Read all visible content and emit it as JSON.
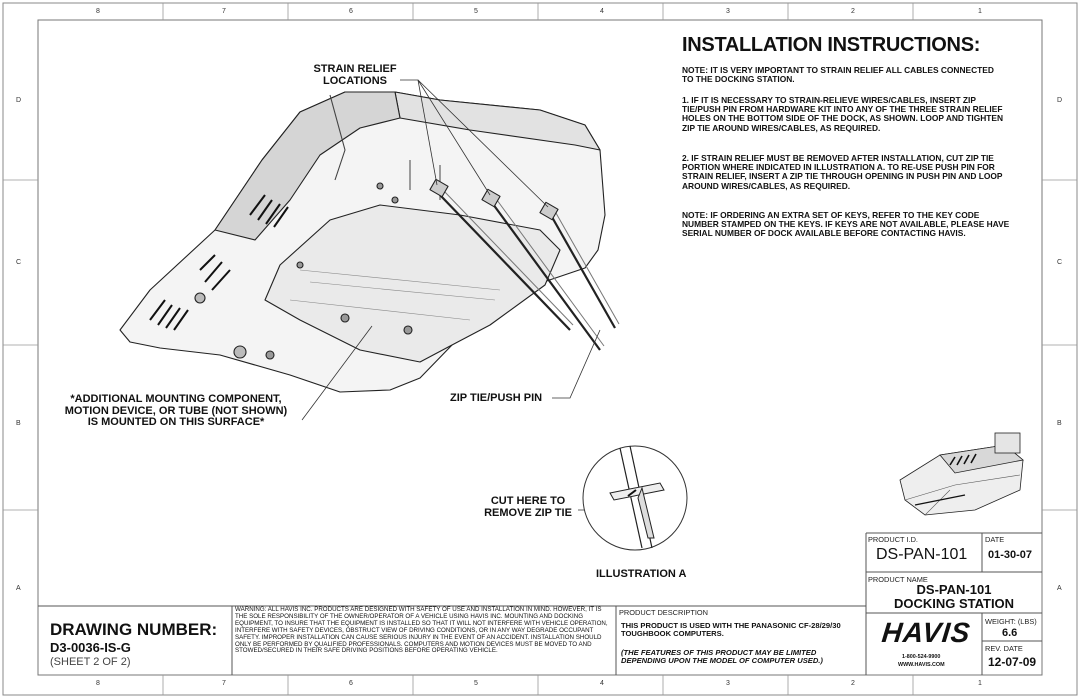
{
  "zones": {
    "columns": [
      "8",
      "7",
      "6",
      "5",
      "4",
      "3",
      "2",
      "1"
    ],
    "rows": [
      "D",
      "C",
      "B",
      "A"
    ]
  },
  "instructions": {
    "title": "INSTALLATION INSTRUCTIONS:",
    "note_top": "NOTE:  IT IS VERY IMPORTANT TO STRAIN RELIEF ALL CABLES CONNECTED TO THE DOCKING STATION.",
    "step1": "1.  IF IT IS NECESSARY TO STRAIN-RELIEVE WIRES/CABLES, INSERT ZIP TIE/PUSH PIN FROM HARDWARE KIT INTO ANY OF THE THREE STRAIN RELIEF HOLES ON THE BOTTOM SIDE OF THE DOCK, AS SHOWN.  LOOP AND TIGHTEN ZIP TIE AROUND WIRES/CABLES, AS REQUIRED.",
    "step2": "2.  IF STRAIN RELIEF MUST BE REMOVED AFTER INSTALLATION, CUT ZIP TIE PORTION WHERE INDICATED IN ILLUSTRATION A.  TO RE-USE PUSH PIN FOR STRAIN RELIEF, INSERT A ZIP TIE THROUGH OPENING IN PUSH PIN AND LOOP AROUND WIRES/CABLES, AS REQUIRED.",
    "note_keys": "NOTE:  IF ORDERING AN EXTRA SET OF KEYS, REFER TO THE KEY CODE NUMBER STAMPED ON THE KEYS.  IF KEYS ARE NOT AVAILABLE, PLEASE HAVE SERIAL NUMBER OF DOCK AVAILABLE BEFORE CONTACTING HAVIS."
  },
  "callouts": {
    "strain_relief_1": "STRAIN RELIEF",
    "strain_relief_2": "LOCATIONS",
    "mounting_1": "*ADDITIONAL MOUNTING COMPONENT,",
    "mounting_2": "MOTION DEVICE, OR TUBE (NOT SHOWN)",
    "mounting_3": "IS MOUNTED ON THIS SURFACE*",
    "zip_tie": "ZIP TIE/PUSH PIN",
    "cut_here_1": "CUT HERE TO",
    "cut_here_2": "REMOVE ZIP TIE",
    "illustration": "ILLUSTRATION A"
  },
  "title_block": {
    "drawing_number_label": "DRAWING NUMBER:",
    "drawing_number": "D3-0036-IS-G",
    "sheet": "(SHEET 2 OF 2)",
    "warning": "WARNING:  ALL HAVIS INC. PRODUCTS ARE DESIGNED WITH SAFETY OF USE AND INSTALLATION IN MIND.  HOWEVER, IT IS THE SOLE RESPONSIBILITY OF THE OWNER/OPERATOR OF A VEHICLE USING HAVIS INC. MOUNTING AND DOCKING EQUIPMENT, TO INSURE THAT THE EQUIPMENT IS INSTALLED SO THAT IT WILL NOT INTERFERE WITH VEHICLE OPERATION, INTERFERE WITH SAFETY DEVICES, OBSTRUCT VIEW OF DRIVING CONDITIONS, OR IN ANY WAY DEGRADE OCCUPANT SAFETY.  IMPROPER INSTALLATION CAN CAUSE SERIOUS INJURY IN THE EVENT OF AN ACCIDENT.  INSTALLATION SHOULD ONLY BE PERFORMED BY QUALIFIED PROFESSIONALS.  COMPUTERS AND MOTION DEVICES MUST BE MOVED TO AND STOWED/SECURED IN THEIR SAFE DRIVING POSITIONS BEFORE OPERATING VEHICLE.",
    "product_description_label": "PRODUCT DESCRIPTION",
    "product_description": "THIS PRODUCT IS USED WITH THE PANASONIC CF-28/29/30 TOUGHBOOK COMPUTERS.",
    "product_description_note": "(THE FEATURES OF THIS PRODUCT MAY BE LIMITED DEPENDING UPON THE MODEL OF COMPUTER USED.)",
    "product_id_label": "PRODUCT I.D.",
    "product_id": "DS-PAN-101",
    "date_label": "DATE",
    "date": "01-30-07",
    "product_name_label": "PRODUCT NAME",
    "product_name_1": "DS-PAN-101",
    "product_name_2": "DOCKING STATION",
    "logo": "HAVIS",
    "phone": "1-800-524-9900",
    "website": "WWW.HAVIS.COM",
    "weight_label": "WEIGHT: (LBS)",
    "weight": "6.6",
    "rev_date_label": "REV. DATE",
    "rev_date": "12-07-09"
  }
}
